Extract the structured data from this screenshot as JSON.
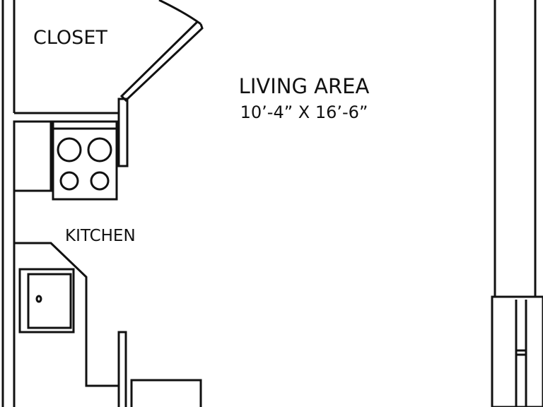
{
  "rooms": {
    "closet": {
      "label": "CLOSET"
    },
    "living": {
      "label": "LIVING AREA",
      "dimensions": "10’-4” X 16’-6”"
    },
    "kitchen": {
      "label": "KITCHEN"
    }
  },
  "colors": {
    "line": "#111111",
    "background": "#ffffff"
  }
}
